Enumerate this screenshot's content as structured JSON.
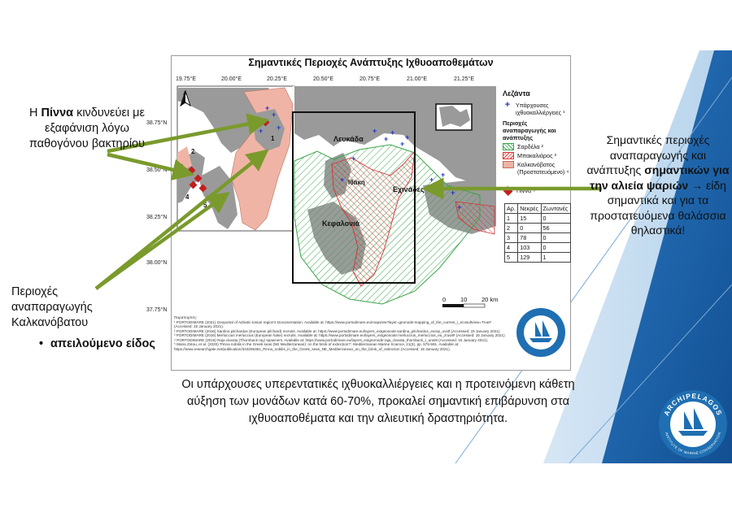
{
  "map": {
    "title": "Σημαντικές Περιοχές Ανάπτυξης Ιχθυοαποθεμάτων",
    "lon_ticks": [
      "19.75°E",
      "20.00°E",
      "20.25°E",
      "20.50°E",
      "20.75°E",
      "21.00°E",
      "21.25°E"
    ],
    "lat_ticks": [
      "38.75°N",
      "38.50°N",
      "38.25°N",
      "38.00°N",
      "37.75°N"
    ],
    "place_labels": {
      "lefkada": "Λευκάδα",
      "ithaki": "Ιθάκη",
      "kefalonia": "Κεφαλονιά",
      "echinades": "Εχινάδες"
    },
    "site_numbers": [
      "1",
      "2",
      "3",
      "4",
      "5"
    ],
    "north_arrow": "A",
    "scale": {
      "labels": [
        "0",
        "10",
        "20 km"
      ]
    }
  },
  "legend": {
    "title": "Λεζάντα",
    "farms": "Υπάρχουσες ιχθυοκαλλιέργειες ¹",
    "areas_heading": "Περιοχές αναπαραγωγής και ανάπτυξης",
    "sardine": "Σαρδέλα ²",
    "hake": "Μπακαλιάρος ³",
    "ray": "Καλκανόβατος (Προστατευόμενο) ⁴",
    "pinna": "Πίννα ⁵"
  },
  "pinna_table": {
    "headers": [
      "Αρ.",
      "Νεκρές",
      "Ζωντανές"
    ],
    "rows": [
      [
        "1",
        "15",
        "0"
      ],
      [
        "2",
        "0",
        "56"
      ],
      [
        "3",
        "78",
        "0"
      ],
      [
        "4",
        "103",
        "0"
      ],
      [
        "5",
        "129",
        "1"
      ]
    ]
  },
  "references": [
    "Παραπομπές:",
    "¹ PORTODIMARE (2021) Geoportal of Adriatic-Ionian region's Documentation. Available at: https://www.portodimare.eu/mapview?layer=geonode:mapping_of_the_current_i_ecosultview=True# (Accessed: 15 January 2021).",
    "² PORTODIMARE (2016) Sardina pilchardus (European pilchard) recruits. Available at: https://www.portodimare.eu/layers_extgeonode:sardina_pilchardus_europ_uvxtf (Accessed: 15 January 2021).",
    "³ PORTODIMARE (2016) Merluccius merluccius (European hake) recruits. Available at: https://www.portodimare.eu/layers_extgeonode:merluccius_merluccius_eu_zruwt# (Accessed: 15 January 2021).",
    "⁴ PORTODIMARE (2016) Raja clavata (Thornback ray) spawners. Available at: https://www.portodimare.eu/layers_extgeonode:raja_clavata_thornback_r_urw8t (Accessed: 15 January 2021).",
    "⁵ Maria Zotou, et al. (2020) 'Pinna nobilis in the Greek seas (NE Mediterranean): on the brink of extinction?', Mediterranean Marine Science, 21(3), pp. 575-591. Available at: https://www.researchgate.net/publication/343255361_Pinna_nobilis_in_the_Greek_seas_NE_Mediterranean_on_the_brink_of_extinction (Accessed: 15 January 2021)."
  ],
  "annotations": {
    "pinna_pre": "Η ",
    "pinna_bold": "Πίννα",
    "pinna_post": " κινδυνεύει με εξαφάνιση λόγω παθογόνου βακτηρίου",
    "spawn": "Περιοχές αναπαραγωγής Καλκανόβατου",
    "bullet": "απειλούμενο είδος",
    "right_pre": "Σημαντικές περιοχές αναπαραγωγής και ανάπτυξης ",
    "right_bold": "σημαντικών για την αλιεία ψαριών",
    "right_post": " → είδη σημαντικά και για τα προστατευόμενα θαλάσσια θηλαστικά!",
    "bottom": "Οι υπάρχουσες υπερεντατικές ιχθυοκαλλιέργειες και η προτεινόμενη κάθετη αύξηση των μονάδων κατά 60-70%, προκαλεί σημαντική επιβάρυνση στα ιχθυοαποθέματα και την αλιευτική δραστηριότητα."
  },
  "logo": {
    "name": "ARCHIPELAGOS",
    "subtitle": "INSTITUTE OF MARINE CONSERVATION"
  },
  "colors": {
    "accent_blue": "#1f6fb2",
    "arrow_green": "#7a9a2c",
    "land_grey": "#9a9a9a",
    "ray_area": "#f0b4a6",
    "sardine_hatch": "#3aa54a",
    "hake_hatch": "#d33333",
    "pinna_marker": "#c41e1e",
    "farm_cross": "#2436c8"
  }
}
